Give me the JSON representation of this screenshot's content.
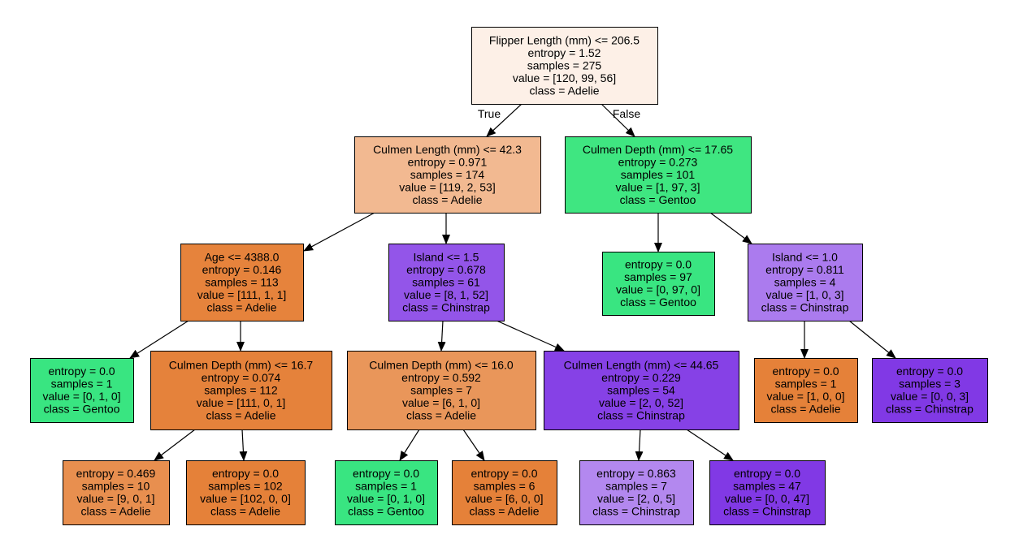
{
  "tree": {
    "nodes": [
      {
        "id": "n0",
        "lines": [
          "Flipper Length (mm) <= 206.5",
          "entropy = 1.52",
          "samples = 275",
          "value = [120, 99, 56]",
          "class = Adelie"
        ],
        "fill": "#fdf0e7"
      },
      {
        "id": "n1",
        "lines": [
          "Culmen Length (mm) <= 42.3",
          "entropy = 0.971",
          "samples = 174",
          "value = [119, 2, 53]",
          "class = Adelie"
        ],
        "fill": "#f2b991"
      },
      {
        "id": "n2",
        "lines": [
          "Culmen Depth (mm) <= 17.65",
          "entropy = 0.273",
          "samples = 101",
          "value = [1, 97, 3]",
          "class = Gentoo"
        ],
        "fill": "#3fe681"
      },
      {
        "id": "n3",
        "lines": [
          "Age <= 4388.0",
          "entropy = 0.146",
          "samples = 113",
          "value = [111, 1, 1]",
          "class = Adelie"
        ],
        "fill": "#e6833c"
      },
      {
        "id": "n4",
        "lines": [
          "Island <= 1.5",
          "entropy = 0.678",
          "samples = 61",
          "value = [8, 1, 52]",
          "class = Chinstrap"
        ],
        "fill": "#9355e9"
      },
      {
        "id": "n5",
        "lines": [
          "entropy = 0.0",
          "samples = 97",
          "value = [0, 97, 0]",
          "class = Gentoo"
        ],
        "fill": "#39e581"
      },
      {
        "id": "n6",
        "lines": [
          "Island <= 1.0",
          "entropy = 0.811",
          "samples = 4",
          "value = [1, 0, 3]",
          "class = Chinstrap"
        ],
        "fill": "#ab7bee"
      },
      {
        "id": "n7",
        "lines": [
          "entropy = 0.0",
          "samples = 1",
          "value = [0, 1, 0]",
          "class = Gentoo"
        ],
        "fill": "#39e581"
      },
      {
        "id": "n8",
        "lines": [
          "Culmen Depth (mm) <= 16.7",
          "entropy = 0.074",
          "samples = 112",
          "value = [111, 0, 1]",
          "class = Adelie"
        ],
        "fill": "#e5823b"
      },
      {
        "id": "n9",
        "lines": [
          "Culmen Depth (mm) <= 16.0",
          "entropy = 0.592",
          "samples = 7",
          "value = [6, 1, 0]",
          "class = Adelie"
        ],
        "fill": "#e9965a"
      },
      {
        "id": "n10",
        "lines": [
          "Culmen Length (mm) <= 44.65",
          "entropy = 0.229",
          "samples = 54",
          "value = [2, 0, 52]",
          "class = Chinstrap"
        ],
        "fill": "#8641e6"
      },
      {
        "id": "n11",
        "lines": [
          "entropy = 0.0",
          "samples = 1",
          "value = [1, 0, 0]",
          "class = Adelie"
        ],
        "fill": "#e58139"
      },
      {
        "id": "n12",
        "lines": [
          "entropy = 0.0",
          "samples = 3",
          "value = [0, 0, 3]",
          "class = Chinstrap"
        ],
        "fill": "#8139e5"
      },
      {
        "id": "n13",
        "lines": [
          "entropy = 0.469",
          "samples = 10",
          "value = [9, 0, 1]",
          "class = Adelie"
        ],
        "fill": "#e88f4f"
      },
      {
        "id": "n14",
        "lines": [
          "entropy = 0.0",
          "samples = 102",
          "value = [102, 0, 0]",
          "class = Adelie"
        ],
        "fill": "#e58139"
      },
      {
        "id": "n15",
        "lines": [
          "entropy = 0.0",
          "samples = 1",
          "value = [0, 1, 0]",
          "class = Gentoo"
        ],
        "fill": "#39e581"
      },
      {
        "id": "n16",
        "lines": [
          "entropy = 0.0",
          "samples = 6",
          "value = [6, 0, 0]",
          "class = Adelie"
        ],
        "fill": "#e58139"
      },
      {
        "id": "n17",
        "lines": [
          "entropy = 0.863",
          "samples = 7",
          "value = [2, 0, 5]",
          "class = Chinstrap"
        ],
        "fill": "#b388ef"
      },
      {
        "id": "n18",
        "lines": [
          "entropy = 0.0",
          "samples = 47",
          "value = [0, 0, 47]",
          "class = Chinstrap"
        ],
        "fill": "#8139e5"
      }
    ],
    "edges": [
      {
        "from": "n0",
        "to": "n1",
        "label": "True"
      },
      {
        "from": "n0",
        "to": "n2",
        "label": "False"
      },
      {
        "from": "n1",
        "to": "n3"
      },
      {
        "from": "n1",
        "to": "n4"
      },
      {
        "from": "n2",
        "to": "n5"
      },
      {
        "from": "n2",
        "to": "n6"
      },
      {
        "from": "n3",
        "to": "n7"
      },
      {
        "from": "n3",
        "to": "n8"
      },
      {
        "from": "n4",
        "to": "n9"
      },
      {
        "from": "n4",
        "to": "n10"
      },
      {
        "from": "n6",
        "to": "n11"
      },
      {
        "from": "n6",
        "to": "n12"
      },
      {
        "from": "n8",
        "to": "n13"
      },
      {
        "from": "n8",
        "to": "n14"
      },
      {
        "from": "n9",
        "to": "n15"
      },
      {
        "from": "n9",
        "to": "n16"
      },
      {
        "from": "n10",
        "to": "n17"
      },
      {
        "from": "n10",
        "to": "n18"
      }
    ]
  }
}
